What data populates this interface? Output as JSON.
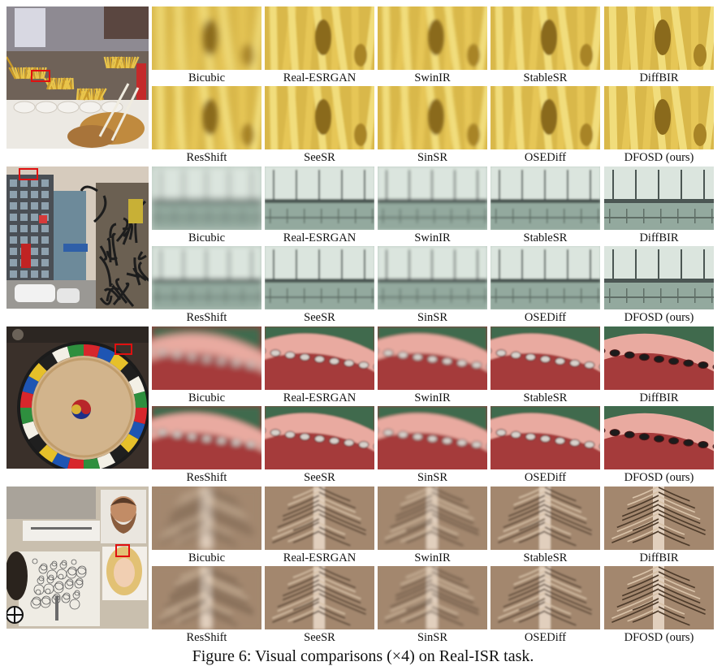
{
  "figure": {
    "caption": "Figure 6: Visual comparisons (×4) on Real-ISR task.",
    "groups": [
      {
        "scene": "fries",
        "row1": [
          "Bicubic",
          "Real-ESRGAN",
          "SwinIR",
          "StableSR",
          "DiffBIR"
        ],
        "row2": [
          "ResShift",
          "SeeSR",
          "SinSR",
          "OSEDiff",
          "DFOSD (ours)"
        ],
        "palette": {
          "bg": "#d9b84a",
          "light": "#f1dd7c",
          "dark": "#8a6a1c"
        }
      },
      {
        "scene": "building",
        "row1": [
          "Bicubic",
          "Real-ESRGAN",
          "SwinIR",
          "StableSR",
          "DiffBIR"
        ],
        "row2": [
          "ResShift",
          "SeeSR",
          "SinSR",
          "OSEDiff",
          "DFOSD (ours)"
        ],
        "palette": {
          "bg": "#b9c9bf",
          "light": "#dbe5de",
          "dark": "#4c5752"
        }
      },
      {
        "scene": "drum",
        "row1": [
          "Bicubic",
          "Real-ESRGAN",
          "SwinIR",
          "StableSR",
          "DiffBIR"
        ],
        "row2": [
          "ResShift",
          "SeeSR",
          "SinSR",
          "OSEDiff",
          "DFOSD (ours)"
        ],
        "palette": {
          "bg": "#a53a3a",
          "light": "#e9aaa0",
          "dark": "#4e1919"
        }
      },
      {
        "scene": "hair",
        "row1": [
          "Bicubic",
          "Real-ESRGAN",
          "SwinIR",
          "StableSR",
          "DiffBIR"
        ],
        "row2": [
          "ResShift",
          "SeeSR",
          "SinSR",
          "OSEDiff",
          "DFOSD (ours)"
        ],
        "palette": {
          "bg": "#a3876e",
          "light": "#e1cfbd",
          "dark": "#4d3a2b"
        }
      }
    ]
  }
}
